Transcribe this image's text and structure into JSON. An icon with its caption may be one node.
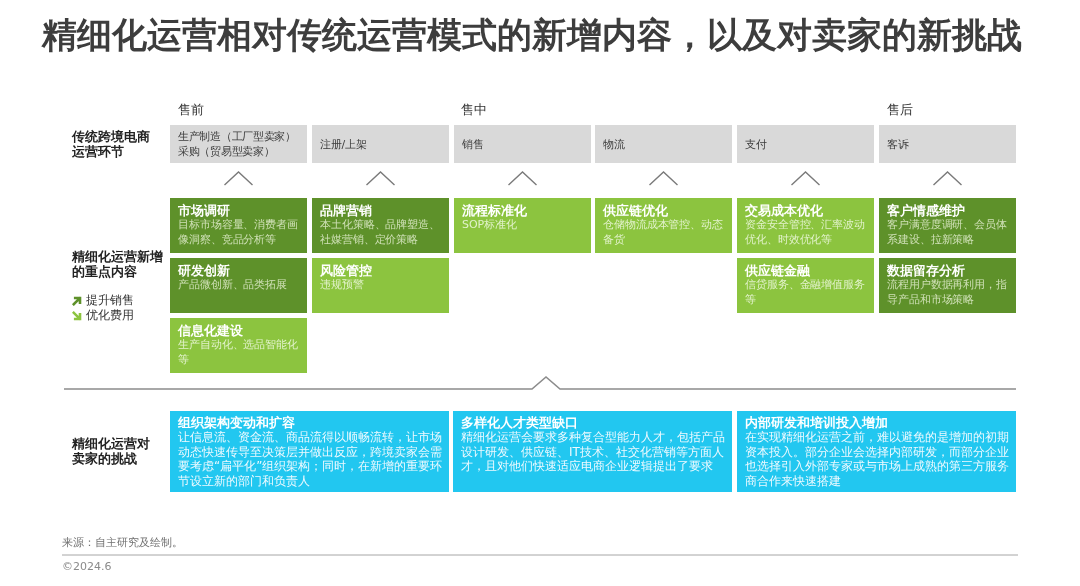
{
  "diagram": {
    "title": "精细化运营相对传统运营模式的新增内容，以及对卖家的新挑战",
    "nodes": [
      {
        "text": [
          "生产制造（工厂型卖家）",
          "采购（贸易型卖家）"
        ]
      },
      {
        "text": [
          "注册/上架"
        ]
      },
      {
        "text": [
          "销售"
        ]
      },
      {
        "text": [
          "物流"
        ]
      },
      {
        "text": [
          "支付"
        ]
      },
      {
        "text": [
          "客诉"
        ]
      },
      {
        "text": [
          "市场调研",
          "目标市场容量、消费者画像洞察、竞品分析等"
        ]
      },
      {
        "text": [
          "品牌营销",
          "本土化策略、品牌塑造、社媒营销、定价策略"
        ]
      },
      {
        "text": [
          "流程标准化",
          "SOP标准化"
        ]
      },
      {
        "text": [
          "供应链优化",
          "仓储物流成本管控、动态备货"
        ]
      },
      {
        "text": [
          "交易成本优化",
          "资金安全管控、汇率波动优化、时效优化等"
        ]
      },
      {
        "text": [
          "客户情感维护",
          "客户满意度调研、会员体系建设、拉新策略"
        ]
      },
      {
        "text": [
          "研发创新",
          "产品微创新、品类拓展"
        ]
      },
      {
        "text": [
          "风险管控",
          "违规预警"
        ]
      },
      {
        "text": [
          "供应链金融",
          "信贷服务、金融增值服务等"
        ]
      },
      {
        "text": [
          "数据留存分析",
          "流程用户数据再利用，指导产品和市场策略"
        ]
      },
      {
        "text": [
          "信息化建设",
          "生产自动化、选品智能化等"
        ]
      },
      {
        "text": [
          "组织架构变动和扩容",
          "让信息流、资金流、商品流得以顺畅流转，让市场动态快速传导至决策层并做出反应，跨境卖家会需要考虑“扁平化”组织架构；同时，在新增的重要环节设立新的部门和负责人"
        ]
      },
      {
        "text": [
          "多样化人才类型缺口",
          "精细化运营会要求多种复合型能力人才，包括产品设计研发、供应链、IT技术、社交化营销等方面人才，且对他们快速适应电商企业逻辑提出了要求"
        ]
      },
      {
        "text": [
          "内部研发和培训投入增加",
          "在实现精细化运营之前，难以避免的是增加的初期资本投入。部分企业会选择内部研发，而部分企业也选择引入外部专家或与市场上成熟的第三方服务商合作来快速搭建"
        ]
      }
    ],
    "edges": [
      {
        "from": 6,
        "to": 0,
        "arrow": "to"
      },
      {
        "from": 7,
        "to": 1,
        "arrow": "to"
      },
      {
        "from": 8,
        "to": 2,
        "arrow": "to"
      },
      {
        "from": 9,
        "to": 3,
        "arrow": "to"
      },
      {
        "from": 10,
        "to": 4,
        "arrow": "to"
      },
      {
        "from": 11,
        "to": 5,
        "arrow": "to"
      }
    ],
    "labels": [
      "售前",
      "售中",
      "售后",
      "传统跨境电商运营环节",
      "精细化运营新增的重点内容",
      "精细化运营对卖家的挑战",
      "来源：自主研究及绘制。",
      "©2024.6"
    ],
    "legend": [
      {
        "text": "提升销售",
        "color": "#5e912a"
      },
      {
        "text": "优化费用",
        "color": "#8cc43f"
      }
    ]
  }
}
